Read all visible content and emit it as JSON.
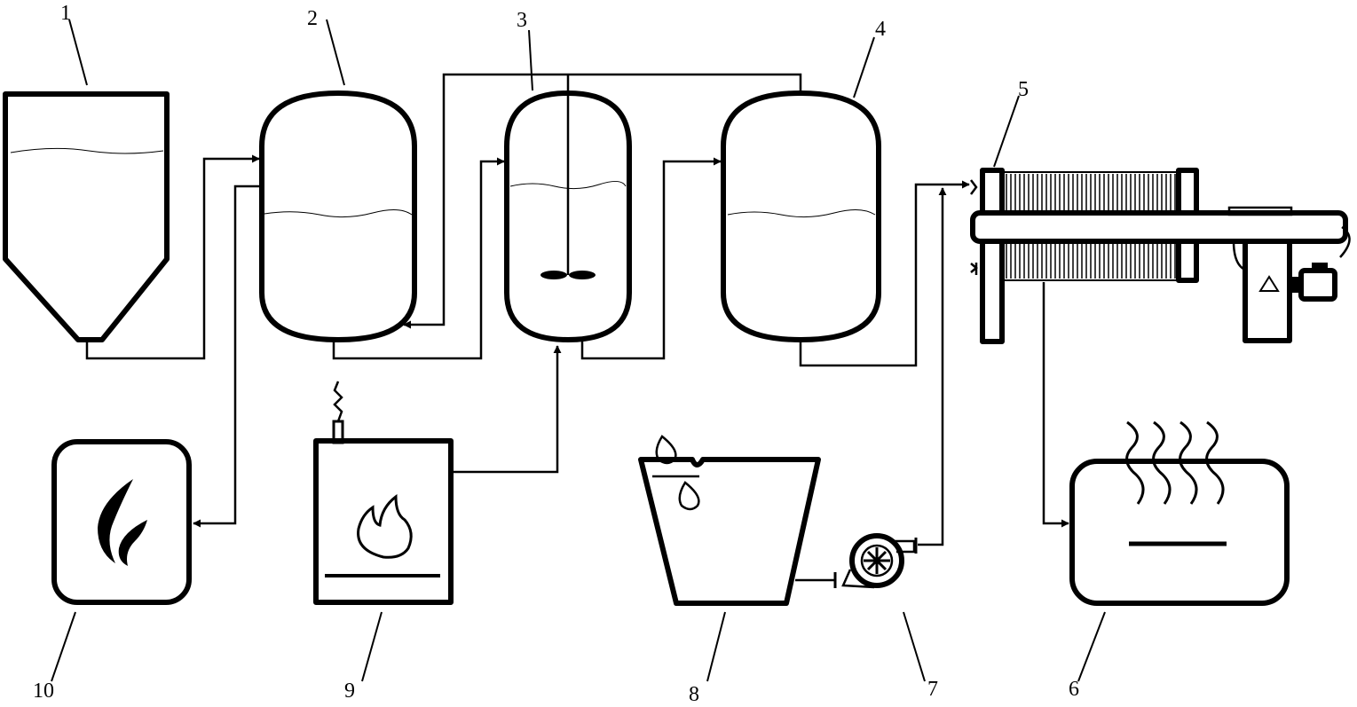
{
  "labels": {
    "l1": "1",
    "l2": "2",
    "l3": "3",
    "l4": "4",
    "l5": "5",
    "l6": "6",
    "l7": "7",
    "l8": "8",
    "l9": "9",
    "l10": "10"
  },
  "icons": {
    "unit10": "flame-icon",
    "unit9": "fire-icon",
    "unit6": "steam-icon",
    "unit8": "water-drop-icon",
    "unit7": "pump-icon",
    "motor": "warning-triangle-icon"
  },
  "colors": {
    "line": "#000000",
    "background": "#ffffff"
  }
}
